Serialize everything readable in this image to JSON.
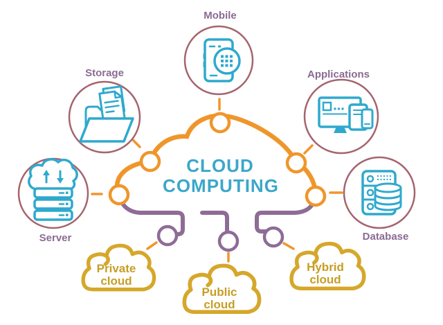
{
  "title": {
    "line1": "CLOUD",
    "line2": "COMPUTING"
  },
  "nodes": {
    "mobile": {
      "label": "Mobile",
      "icon": "smartphone-dialpad-icon"
    },
    "storage": {
      "label": "Storage",
      "icon": "folder-documents-icon"
    },
    "applications": {
      "label": "Applications",
      "icon": "multi-devices-icon"
    },
    "server": {
      "label": "Server",
      "icon": "cloud-server-stack-icon"
    },
    "database": {
      "label": "Database",
      "icon": "server-rack-database-icon"
    }
  },
  "clouds": {
    "private": {
      "line1": "Private",
      "line2": "cloud"
    },
    "public": {
      "line1": "Public",
      "line2": "cloud"
    },
    "hybrid": {
      "line1": "Hybrid",
      "line2": "cloud"
    }
  },
  "colors": {
    "orange": "#EF962B",
    "purple_connector": "#8E6C96",
    "teal_icon": "#2FA9CD",
    "teal_title": "#3BA7C9",
    "gold_cloud": "#D5A72B",
    "gold_text": "#C69E25",
    "label_mauve": "#8A6B92",
    "circle_ring": "#A5646E",
    "background": "#FFFFFF"
  }
}
